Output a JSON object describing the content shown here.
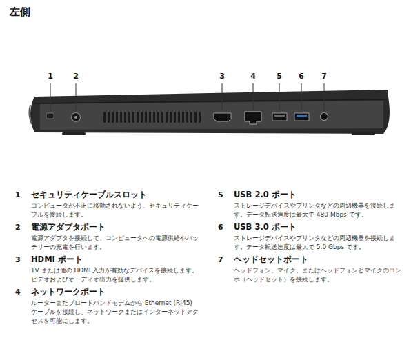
{
  "diagram": {
    "title": "左側",
    "labels": [
      "1",
      "2",
      "3",
      "4",
      "5",
      "6",
      "7",
      "1",
      "セキュリティケーブルスロット",
      "コンピュータが不正に移動されないよう、セキュリティケーブルを接続します。",
      "2",
      "電源アダプタポート",
      "電源アダプタを接続して、コンピュータへの電源供給やバッテリーの充電を行います。",
      "3",
      "HDMI ポート",
      "TV または他の HDMI 入力が有効なデバイスを接続します。ビデオおよびオーディオ出力を提供します。",
      "4",
      "ネットワークポート",
      "ルーターまたブロードバンドモデムから Ethernet (RJ45) ケーブルを接続し、ネットワークまたはインターネットアクセスを可能にします。",
      "5",
      "USB 2.0 ポート",
      "ストレージデバイスやプリンタなどの周辺機器を接続します。データ転送速度は最大で 480 Mbps です。",
      "6",
      "USB 3.0 ポート",
      "ストレージデバイスやプリンタなどの周辺機器を接続します。データ転送速度は最大で 5.0 Gbps です。",
      "7",
      "ヘッドセットポート",
      "ヘッドフォン、マイク、またはヘッドフォンとマイクのコンボ（ヘッドセット）を接続します。"
    ]
  }
}
